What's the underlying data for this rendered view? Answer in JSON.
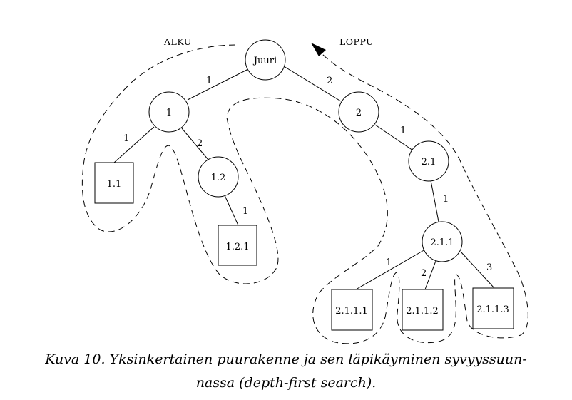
{
  "markers": {
    "start": "ALKU",
    "end": "LOPPU"
  },
  "tree": {
    "nodes": [
      {
        "id": "root",
        "label": "Juuri",
        "kind": "internal"
      },
      {
        "id": "n1",
        "label": "1",
        "kind": "internal"
      },
      {
        "id": "n2",
        "label": "2",
        "kind": "internal"
      },
      {
        "id": "n11",
        "label": "1.1",
        "kind": "leaf"
      },
      {
        "id": "n12",
        "label": "1.2",
        "kind": "internal"
      },
      {
        "id": "n121",
        "label": "1.2.1",
        "kind": "leaf"
      },
      {
        "id": "n21",
        "label": "2.1",
        "kind": "internal"
      },
      {
        "id": "n211",
        "label": "2.1.1",
        "kind": "internal"
      },
      {
        "id": "n2111",
        "label": "2.1.1.1",
        "kind": "leaf"
      },
      {
        "id": "n2112",
        "label": "2.1.1.2",
        "kind": "leaf"
      },
      {
        "id": "n2113",
        "label": "2.1.1.3",
        "kind": "leaf"
      }
    ],
    "edges": [
      {
        "from": "root",
        "to": "n1",
        "label": "1"
      },
      {
        "from": "root",
        "to": "n2",
        "label": "2"
      },
      {
        "from": "n1",
        "to": "n11",
        "label": "1"
      },
      {
        "from": "n1",
        "to": "n12",
        "label": "2"
      },
      {
        "from": "n12",
        "to": "n121",
        "label": "1"
      },
      {
        "from": "n2",
        "to": "n21",
        "label": "1"
      },
      {
        "from": "n21",
        "to": "n211",
        "label": "1"
      },
      {
        "from": "n211",
        "to": "n2111",
        "label": "1"
      },
      {
        "from": "n211",
        "to": "n2112",
        "label": "2"
      },
      {
        "from": "n211",
        "to": "n2113",
        "label": "3"
      }
    ]
  },
  "caption": {
    "line1": "Kuva 10. Yksinkertainen puurakenne ja sen läpikäyminen syvyyssuun-",
    "line2": "nassa (depth-first search)."
  }
}
